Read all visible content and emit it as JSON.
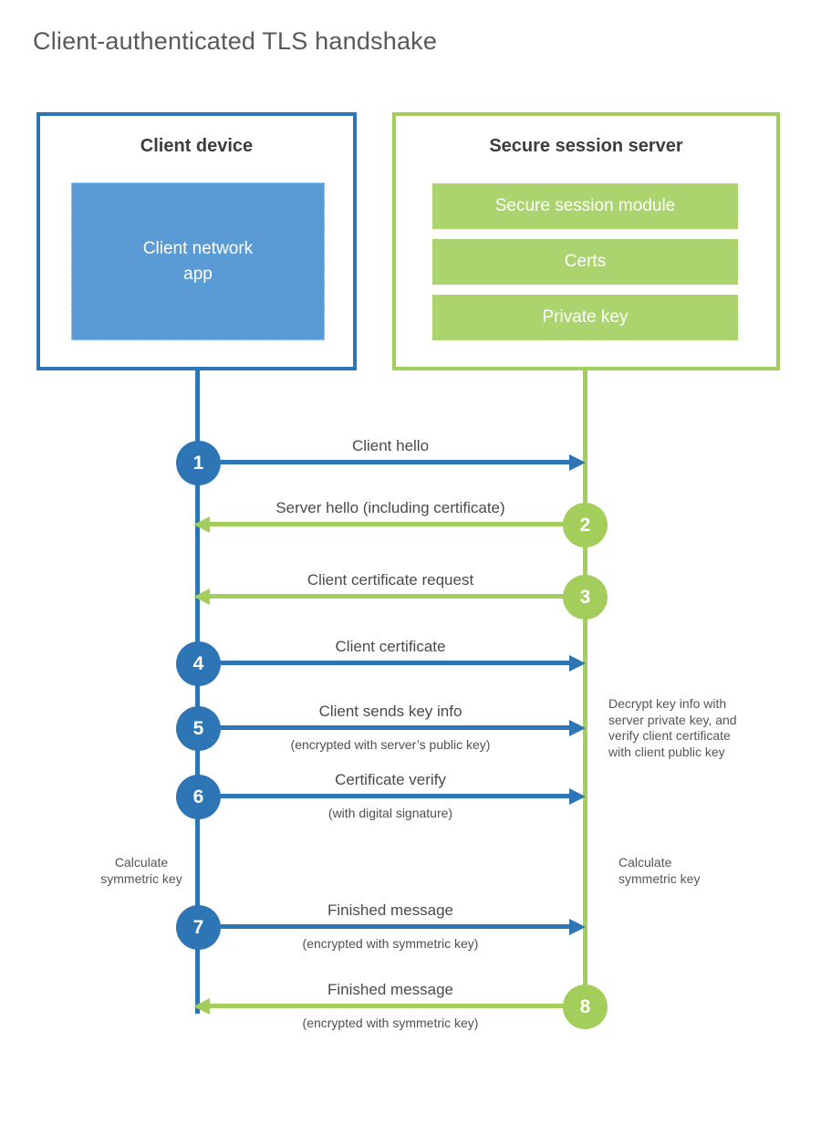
{
  "title": "Client-authenticated TLS handshake",
  "colors": {
    "blue": "#2E75B6",
    "blue_fill": "#5B9BD5",
    "green": "#A3CE5C",
    "green_fill": "#ABD46F"
  },
  "client": {
    "heading": "Client device",
    "app_label": "Client network app"
  },
  "server": {
    "heading": "Secure session server",
    "modules": [
      "Secure session module",
      "Certs",
      "Private key"
    ]
  },
  "messages": [
    {
      "num": "1",
      "label": "Client hello",
      "sub": "",
      "direction": "client-to-server"
    },
    {
      "num": "2",
      "label": "Server hello (including certificate)",
      "sub": "",
      "direction": "server-to-client"
    },
    {
      "num": "3",
      "label": "Client certificate request",
      "sub": "",
      "direction": "server-to-client"
    },
    {
      "num": "4",
      "label": "Client certificate",
      "sub": "",
      "direction": "client-to-server"
    },
    {
      "num": "5",
      "label": "Client sends key info",
      "sub": "(encrypted with server’s public key)",
      "direction": "client-to-server"
    },
    {
      "num": "6",
      "label": "Certificate verify",
      "sub": "(with digital signature)",
      "direction": "client-to-server"
    },
    {
      "num": "7",
      "label": "Finished message",
      "sub": "(encrypted with symmetric key)",
      "direction": "client-to-server"
    },
    {
      "num": "8",
      "label": "Finished message",
      "sub": "(encrypted with symmetric key)",
      "direction": "server-to-client"
    }
  ],
  "annotations": {
    "decrypt_note": {
      "lines": [
        "Decrypt key info with",
        "server private key, and",
        "verify client certificate",
        "with client public key"
      ]
    },
    "calc_left": {
      "lines": [
        "Calculate",
        "symmetric key"
      ]
    },
    "calc_right": {
      "lines": [
        "Calculate",
        "symmetric key"
      ]
    }
  }
}
